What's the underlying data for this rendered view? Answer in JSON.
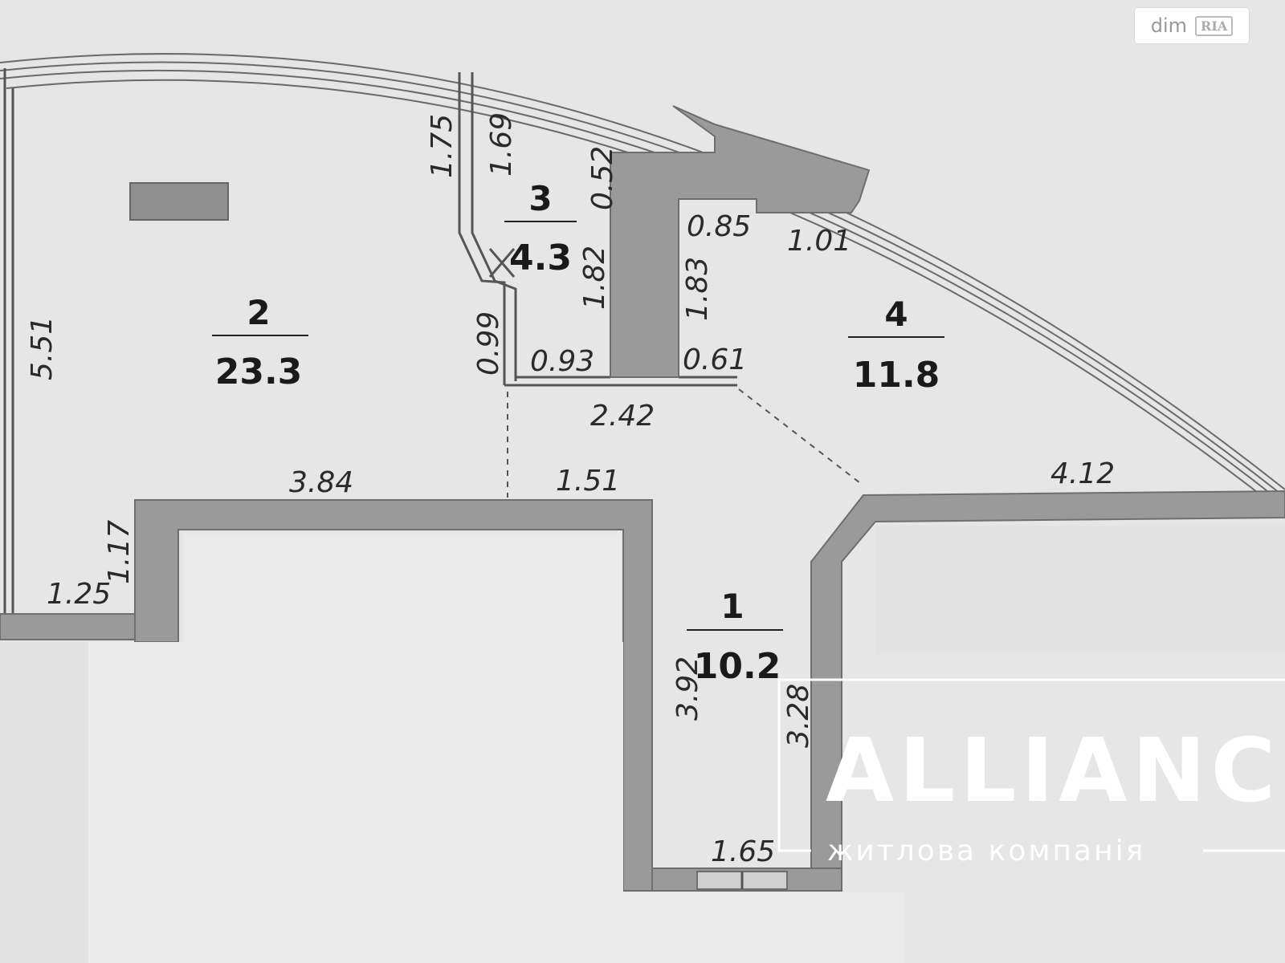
{
  "rooms": [
    {
      "number": "1",
      "area": "10.2"
    },
    {
      "number": "2",
      "area": "23.3"
    },
    {
      "number": "3",
      "area": "4.3"
    },
    {
      "number": "4",
      "area": "11.8"
    }
  ],
  "dimensions": {
    "d_175": "1.75",
    "d_169": "1.69",
    "d_052": "0.52",
    "d_085": "0.85",
    "d_101": "1.01",
    "d_551": "5.51",
    "d_182": "1.82",
    "d_183": "1.83",
    "d_099": "0.99",
    "d_093": "0.93",
    "d_061": "0.61",
    "d_242": "2.42",
    "d_384": "3.84",
    "d_151": "1.51",
    "d_412": "4.12",
    "d_117": "1.17",
    "d_125": "1.25",
    "d_392": "3.92",
    "d_328": "3.28",
    "d_165": "1.65"
  },
  "watermark": {
    "brand": "ALLIANC",
    "subtitle": "житлова компанія"
  },
  "badge": {
    "site": "dim",
    "logo": "RIA"
  }
}
